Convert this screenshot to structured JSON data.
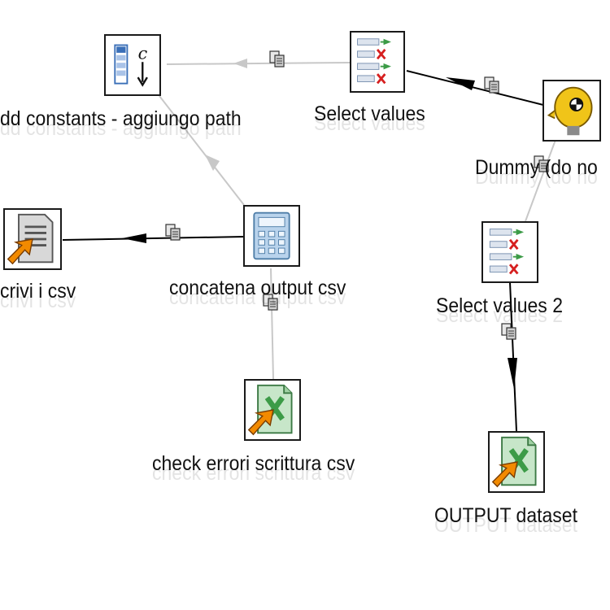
{
  "steps": {
    "add_constants": {
      "label": "dd constants - aggiungo path"
    },
    "select_values": {
      "label": "Select values"
    },
    "dummy": {
      "label": "Dummy (do no"
    },
    "scrivi_csv": {
      "label": "crivi i csv"
    },
    "concatena": {
      "label": "concatena output csv"
    },
    "select_values_2": {
      "label": "Select values 2"
    },
    "check_errori": {
      "label": "check errori scrittura csv"
    },
    "output_dataset": {
      "label": "OUTPUT dataset"
    }
  },
  "icons": {
    "add_constants": "constant-icon",
    "select_values": "select-values-icon",
    "dummy": "dummy-icon",
    "scrivi_csv": "text-file-output-icon",
    "concatena": "calculator-icon",
    "select_values_2": "select-values-icon",
    "check_errori": "excel-output-icon",
    "output_dataset": "excel-output-icon"
  },
  "colors": {
    "active_hop": "#000000",
    "disabled_hop": "#c8c8c8",
    "output_arrow": "#f28a00",
    "excel_green": "#3c9b47"
  }
}
